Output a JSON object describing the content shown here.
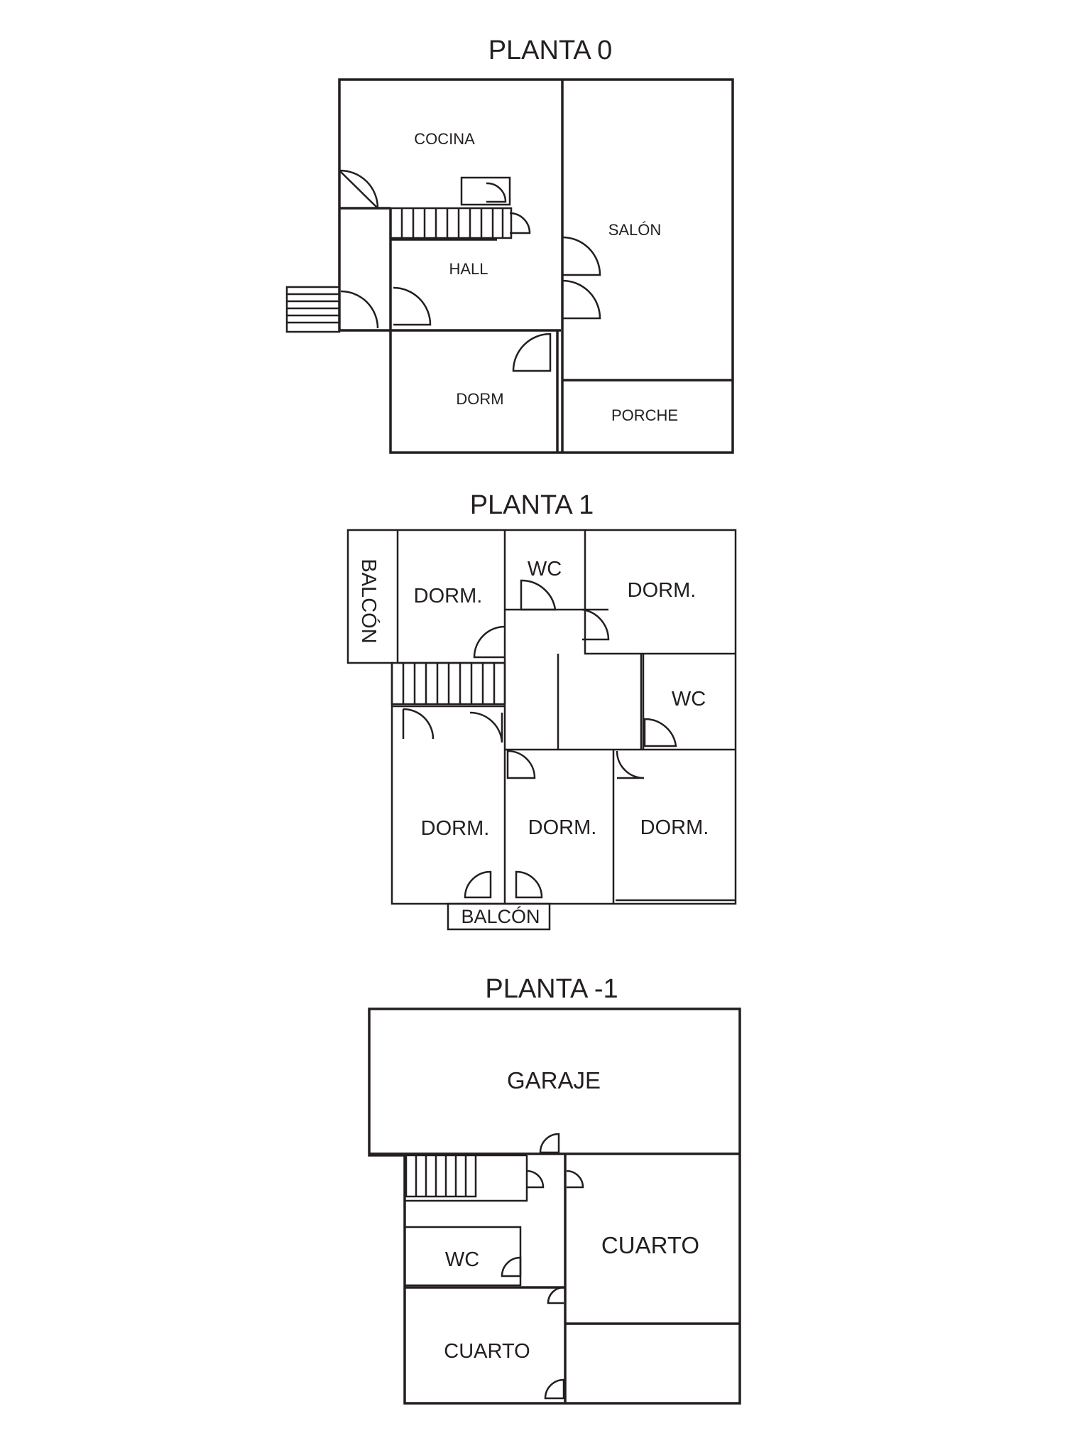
{
  "floors": {
    "ground": {
      "title": "PLANTA 0",
      "rooms": {
        "cocina": "COCINA",
        "salon": "SALÓN",
        "hall": "HALL",
        "dorm": "DORM",
        "porche": "PORCHE"
      }
    },
    "first": {
      "title": "PLANTA 1",
      "rooms": {
        "balcon_left": "BALCÓN",
        "dorm_top_left": "DORM.",
        "wc_top": "WC",
        "dorm_top_right": "DORM.",
        "wc_right": "WC",
        "dorm_bottom_left": "DORM.",
        "dorm_bottom_mid": "DORM.",
        "dorm_bottom_right": "DORM.",
        "balcon_bottom": "BALCÓN"
      }
    },
    "basement": {
      "title": "PLANTA -1",
      "rooms": {
        "garaje": "GARAJE",
        "cuarto_right": "CUARTO",
        "wc": "WC",
        "cuarto_left": "CUARTO"
      }
    }
  },
  "colors": {
    "line": "#231f20",
    "background": "#ffffff"
  }
}
